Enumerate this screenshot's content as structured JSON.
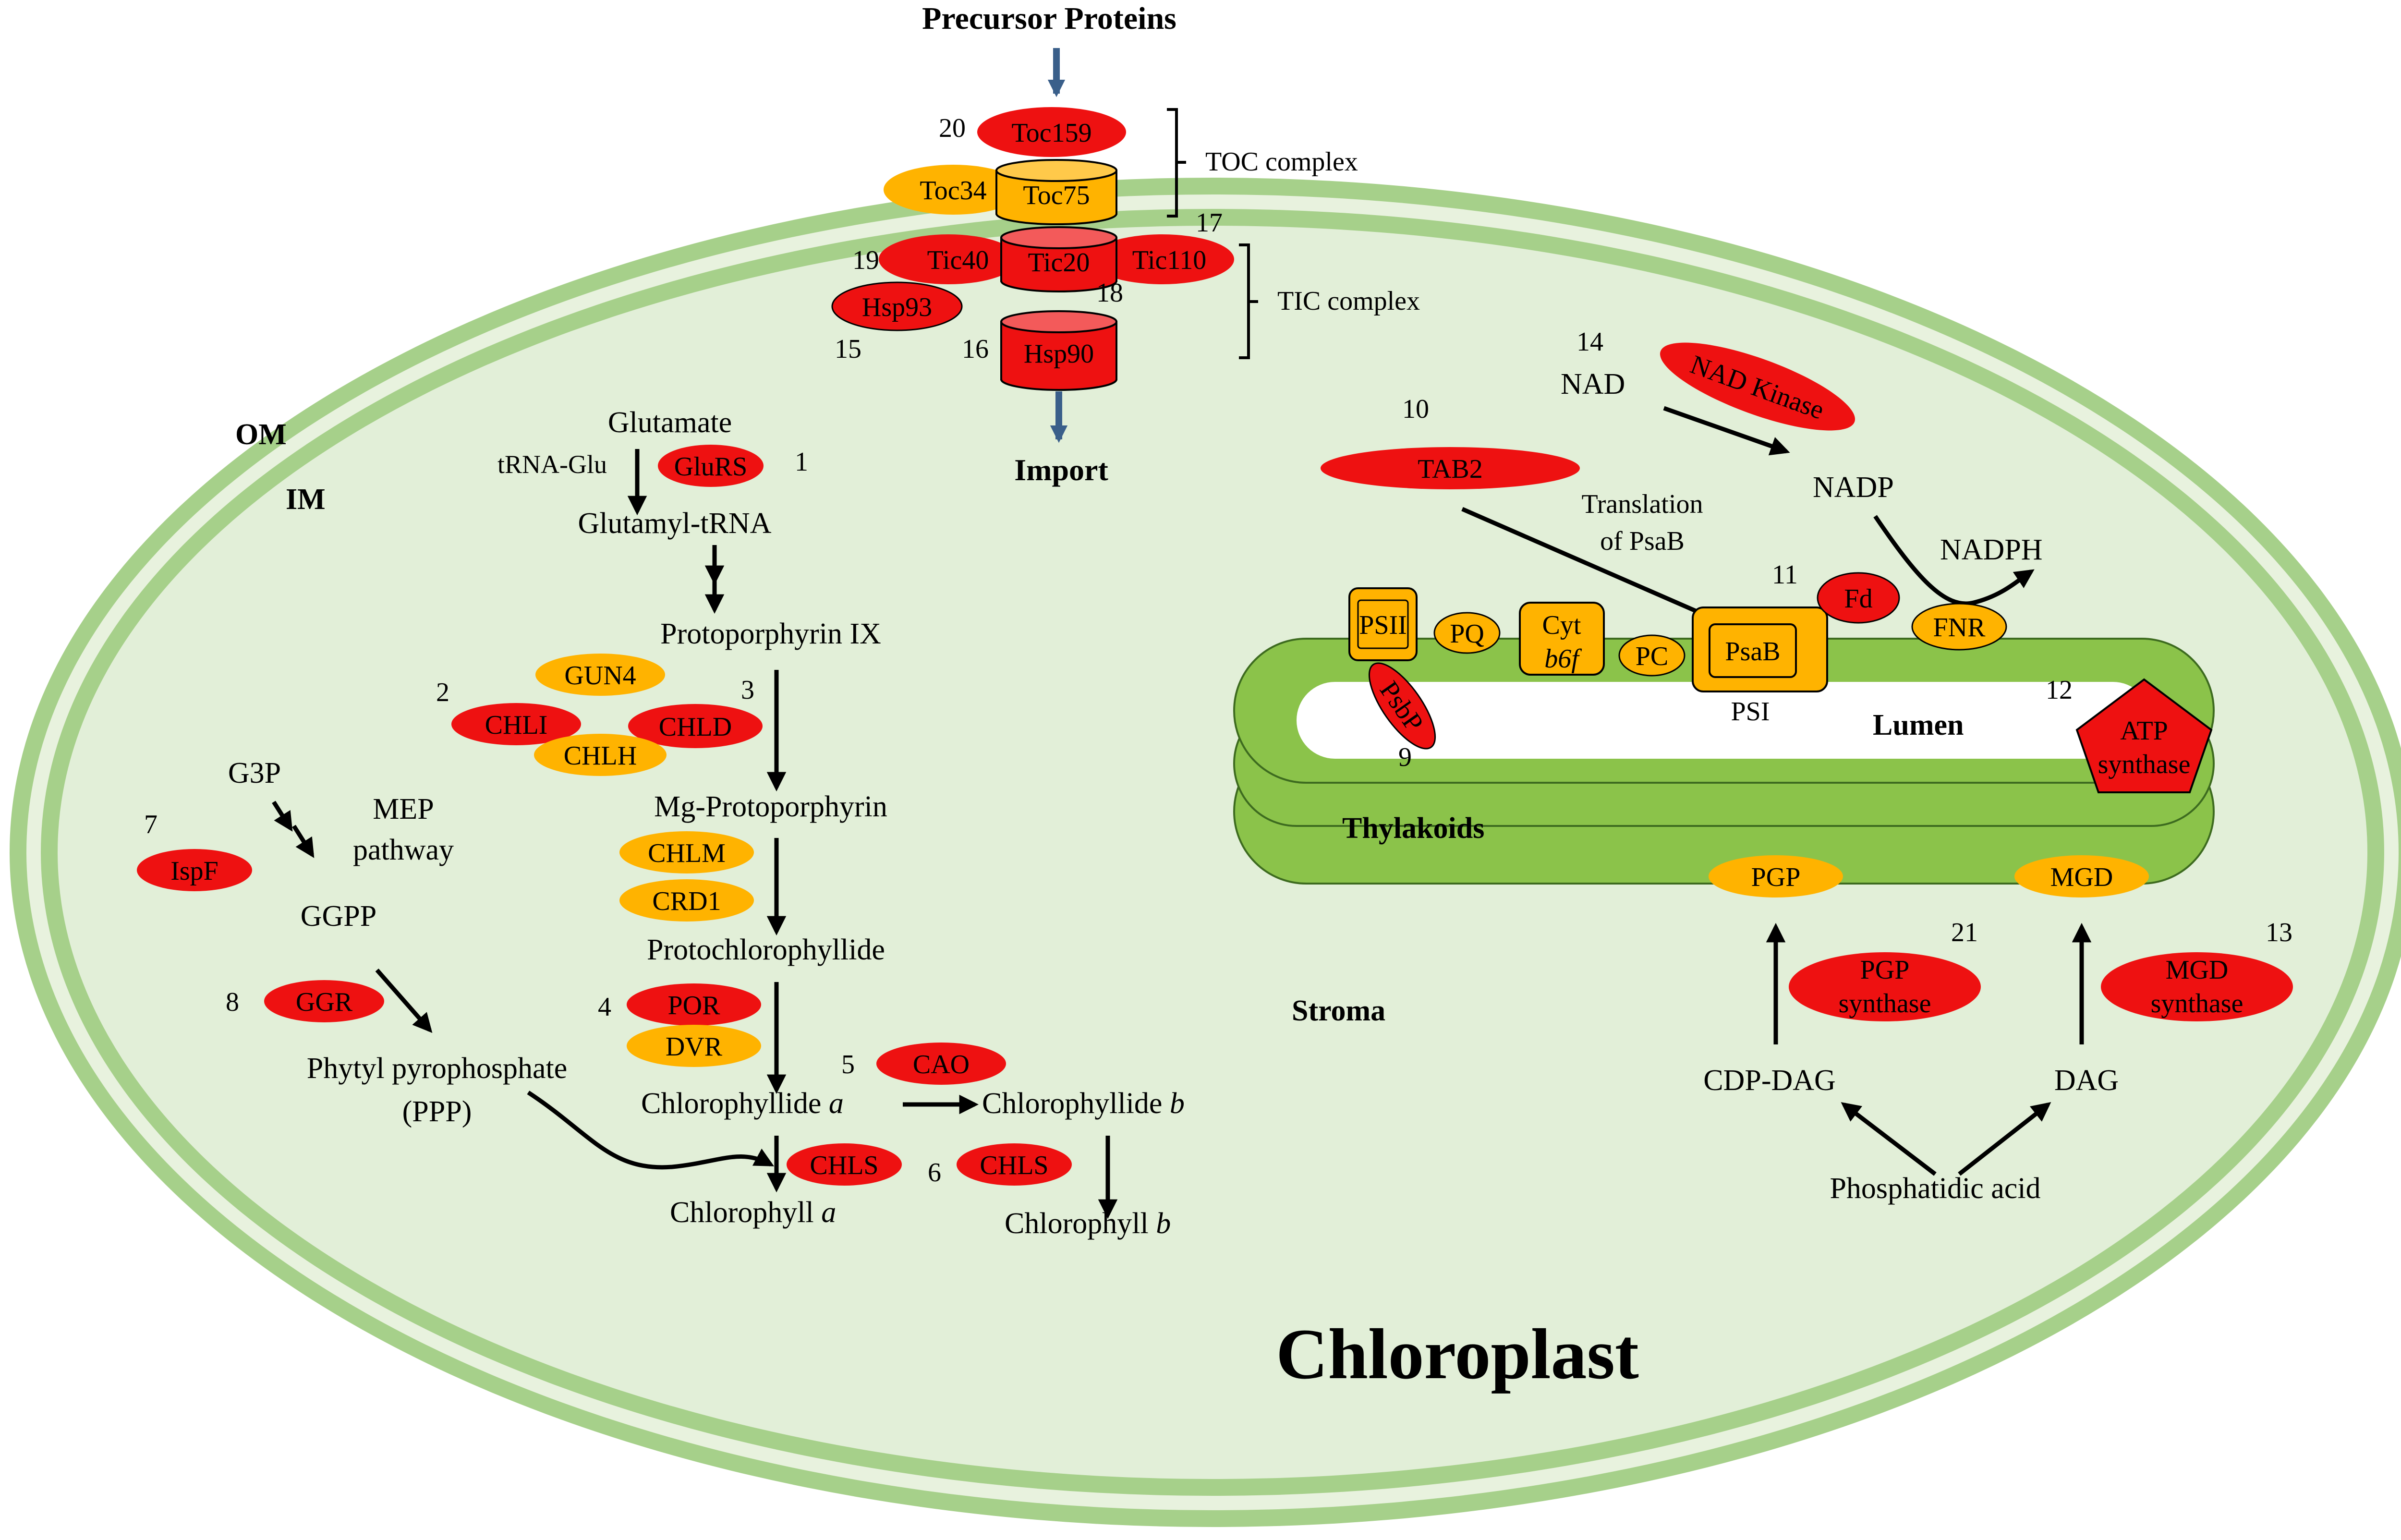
{
  "title": "Chloroplast",
  "regions": {
    "om": "OM",
    "im": "IM",
    "stroma": "Stroma",
    "lumen": "Lumen",
    "thylakoids": "Thylakoids"
  },
  "import": {
    "precursor": "Precursor Proteins",
    "import": "Import",
    "toc_complex": "TOC complex",
    "tic_complex": "TIC complex"
  },
  "proteins": {
    "toc159": "Toc159",
    "toc34": "Toc34",
    "toc75": "Toc75",
    "tic40": "Tic40",
    "tic20": "Tic20",
    "tic110": "Tic110",
    "hsp93": "Hsp93",
    "hsp90": "Hsp90",
    "glurs": "GluRS",
    "gun4": "GUN4",
    "chli": "CHLI",
    "chld": "CHLD",
    "chlh": "CHLH",
    "chlm": "CHLM",
    "crd1": "CRD1",
    "por": "POR",
    "dvr": "DVR",
    "cao": "CAO",
    "chls": "CHLS",
    "ispf": "IspF",
    "ggr": "GGR",
    "tab2": "TAB2",
    "nad_kinase": "NAD Kinase",
    "fd": "Fd",
    "fnr": "FNR",
    "psii": "PSII",
    "pq": "PQ",
    "cyt": "Cyt",
    "b6f": "b6f",
    "pc": "PC",
    "psab": "PsaB",
    "psi": "PSI",
    "psbp": "PsbP",
    "atp1": "ATP",
    "atp2": "synthase",
    "pgp": "PGP",
    "mgd": "MGD",
    "pgp_syn1": "PGP",
    "pgp_syn2": "synthase",
    "mgd_syn1": "MGD",
    "mgd_syn2": "synthase"
  },
  "metabolites": {
    "glutamate": "Glutamate",
    "trna_glu": "tRNA-Glu",
    "glutamyl_trna": "Glutamyl-tRNA",
    "proto_ix": "Protoporphyrin IX",
    "mg_proto": "Mg-Protoporphyrin",
    "protochlorophyllide": "Protochlorophyllide",
    "chlide_a": "Chlorophyllide",
    "chlide_b": "Chlorophyllide",
    "chl_a": "Chlorophyll",
    "chl_b": "Chlorophyll",
    "a": "a",
    "b": "b",
    "g3p": "G3P",
    "mep1": "MEP",
    "mep2": "pathway",
    "ggpp": "GGPP",
    "ppp1": "Phytyl pyrophosphate",
    "ppp2": "(PPP)",
    "nad": "NAD",
    "nadp": "NADP",
    "nadph": "NADPH",
    "translation1": "Translation",
    "translation2": "of PsaB",
    "cdp_dag": "CDP-DAG",
    "dag": "DAG",
    "pa": "Phosphatidic acid"
  },
  "numbers": [
    "1",
    "2",
    "3",
    "4",
    "5",
    "6",
    "7",
    "8",
    "9",
    "10",
    "11",
    "12",
    "13",
    "14",
    "15",
    "16",
    "17",
    "18",
    "19",
    "20",
    "21"
  ],
  "colors": {
    "red_protein": "#ee1111",
    "orange_protein": "#ffb300",
    "membrane": "#a6d08a",
    "stroma": "#e2efd8",
    "thylakoid": "#8bc34a",
    "arrow_blue": "#3a5f8a"
  }
}
